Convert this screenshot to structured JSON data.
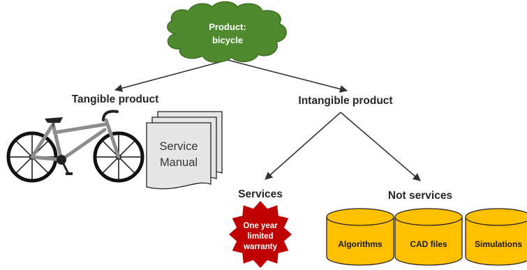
{
  "root": {
    "line1": "Product:",
    "line2": "bicycle",
    "color": "#4f8a2e"
  },
  "tangible": {
    "label": "Tangible product",
    "manual": {
      "line1": "Service",
      "line2": "Manual"
    },
    "bicycle_icon": "bicycle-icon"
  },
  "intangible": {
    "label": "Intangible product",
    "services": {
      "label": "Services",
      "badge": {
        "line1": "One year",
        "line2": "limited",
        "line3": "warranty",
        "color": "#c00000"
      }
    },
    "not_services": {
      "label": "Not services",
      "cylinder_color": "#ffc000",
      "items": [
        "Algorithms",
        "CAD files",
        "Simulations"
      ]
    }
  }
}
